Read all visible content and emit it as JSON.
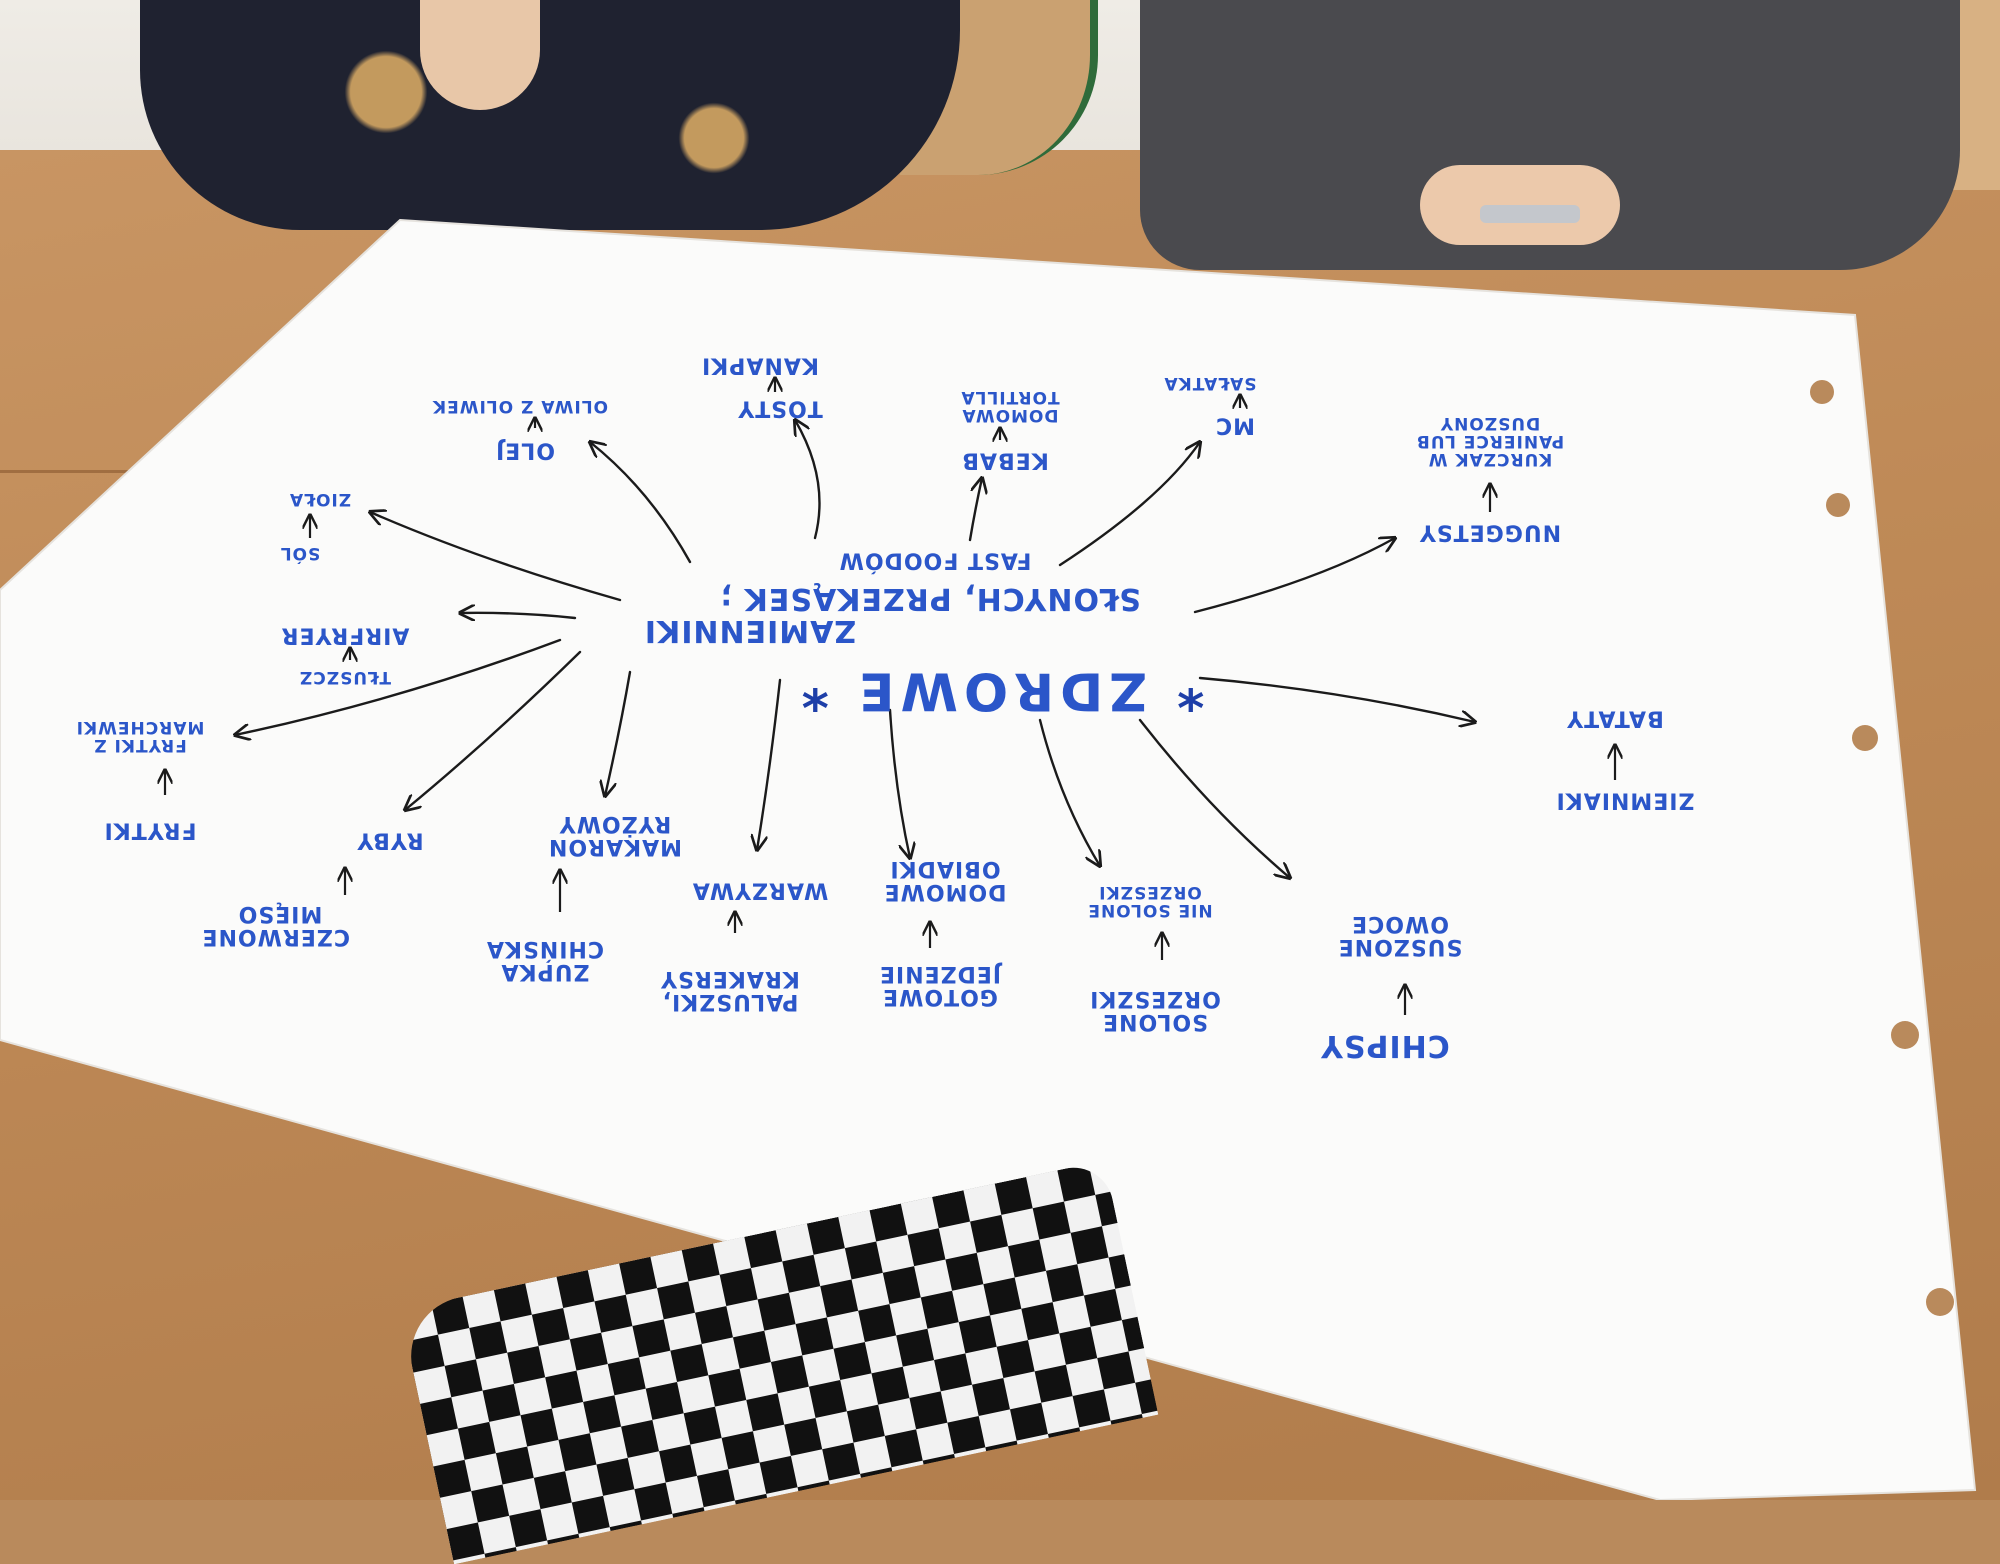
{
  "poster": {
    "center": {
      "title": "ZDROWE",
      "subtitle": "ZAMIENNIKI",
      "subtitle2": "SŁONYCH, PRZEKĄSEK ;",
      "subtitle3": "FAST FOODÓW"
    },
    "pairs": [
      {
        "id": "chipsy",
        "from": "CHIPSY",
        "to": "SUSZONE OWOCE"
      },
      {
        "id": "orzeszki",
        "from": "SOLONE ORZESZKI",
        "to": "NIE SOLONE ORZESZKI"
      },
      {
        "id": "obiady",
        "from": "GOTOWE JEDZENIE",
        "to": "DOMOWE OBIADKI"
      },
      {
        "id": "paluszki",
        "from": "PALUSZKI, KRAKERSY",
        "to": "WARZYWA"
      },
      {
        "id": "zupka",
        "from": "ZUPKA CHIŃSKA",
        "to": "MAKARON RYŻOWY"
      },
      {
        "id": "mieso",
        "from": "CZERWONE MIĘSO",
        "to": "RYBY"
      },
      {
        "id": "frytki",
        "from": "FRYTKI",
        "to": "FRYTKI Z MARCHEWKI"
      },
      {
        "id": "tluszcz",
        "from": "TŁUSZCZ",
        "to": "AIRFRYER"
      },
      {
        "id": "sol",
        "from": "SÓL",
        "to": "ZIOŁA"
      },
      {
        "id": "olej",
        "from": "OLIWA Z OLIWEK",
        "to": "OLEJ"
      },
      {
        "id": "tosty",
        "from": "KANAPKI",
        "to": "TOSTY"
      },
      {
        "id": "kebab",
        "from": "DOMOWA TORTILLA",
        "to": "KEBAB"
      },
      {
        "id": "mc",
        "from": "SAŁATKA",
        "to": "MC"
      },
      {
        "id": "nuggetsy",
        "from": "KURCZAK W PANIERCE LUB DUSZONY",
        "to": "NUGGETSY"
      },
      {
        "id": "bataty",
        "from": "ZIEMNIAKI",
        "to": "BATATY"
      }
    ]
  }
}
